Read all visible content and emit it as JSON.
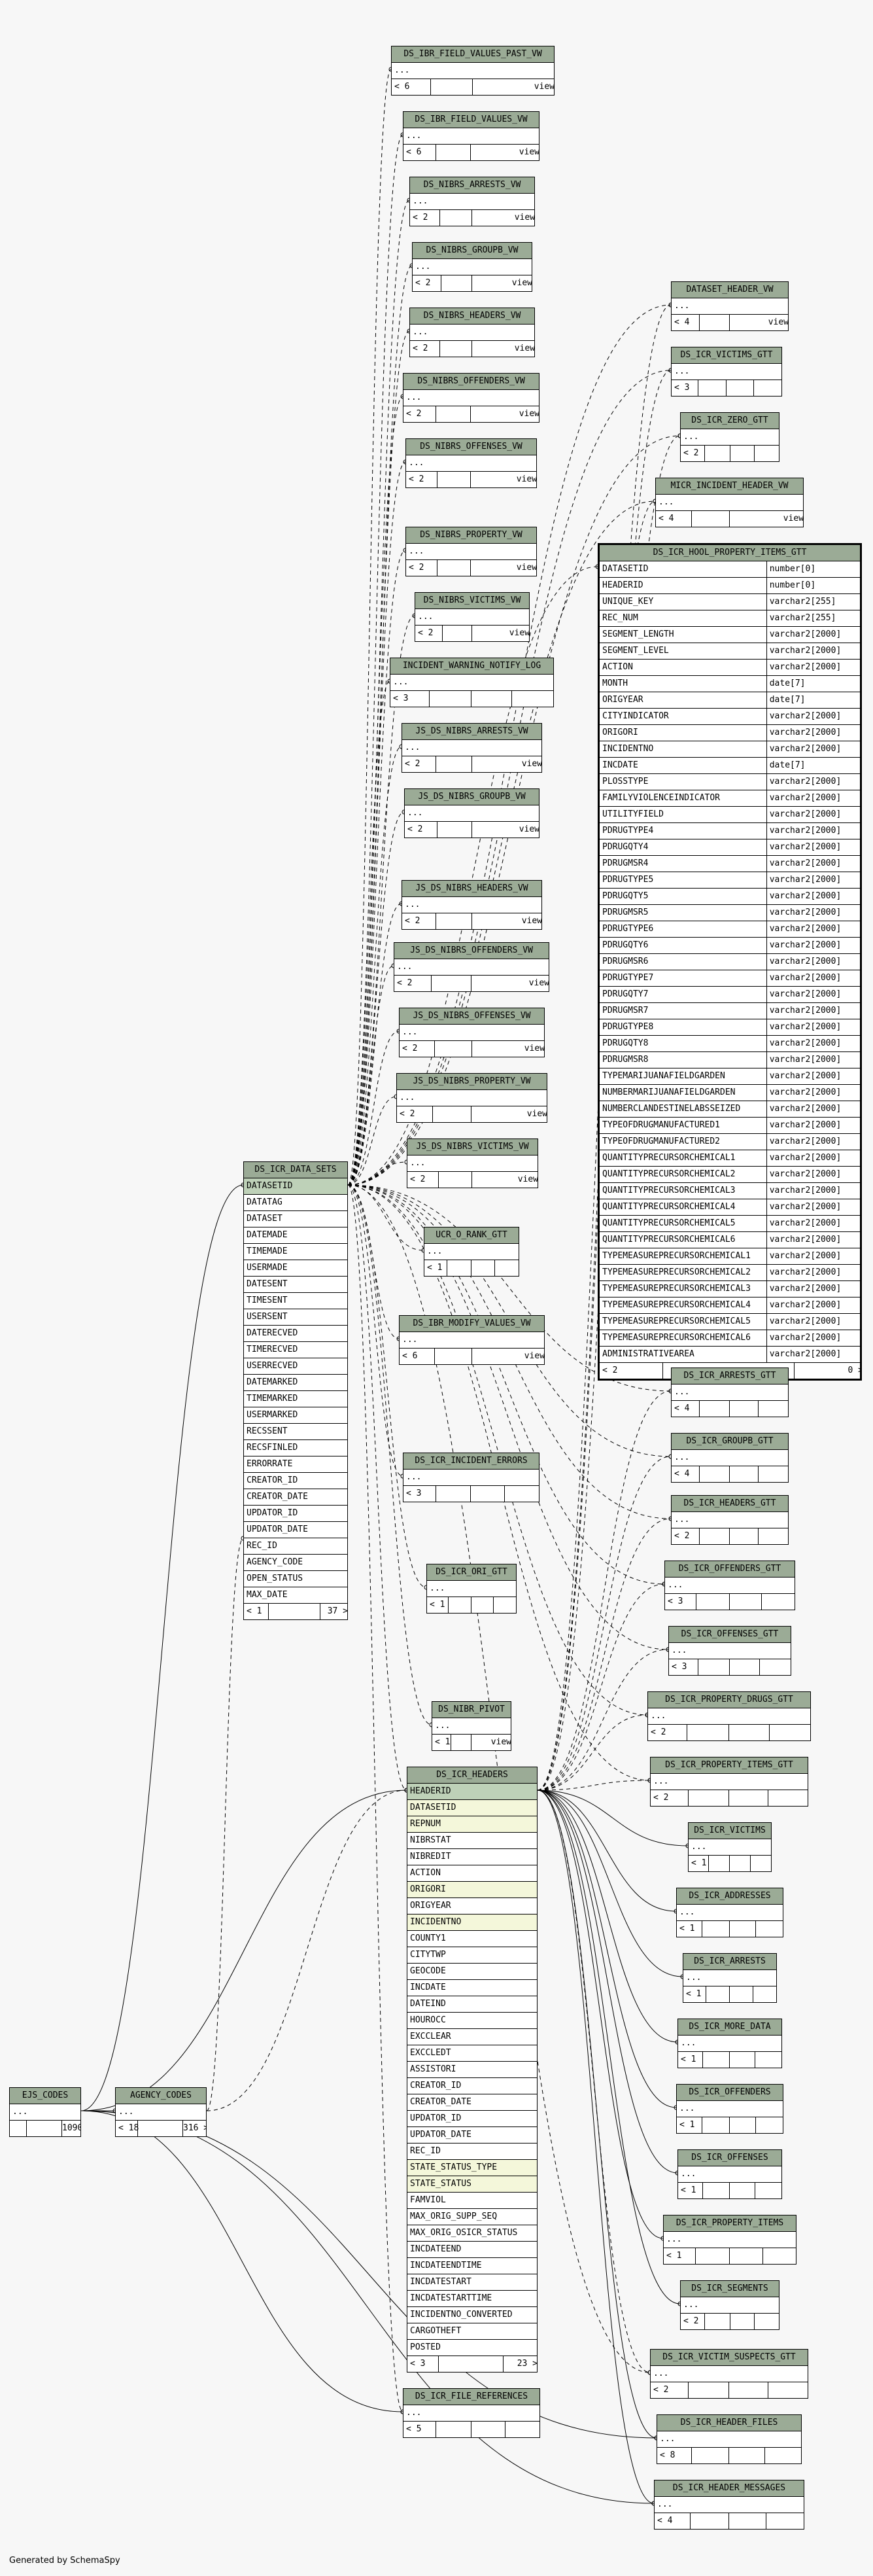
{
  "credit": "Generated by SchemaSpy",
  "tables": [
    {
      "name": "DS_IBR_FIELD_VALUES_PAST_VW",
      "rows": [
        {
          "n": "..."
        }
      ],
      "footer": [
        "< 6",
        "view"
      ]
    },
    {
      "name": "DS_IBR_FIELD_VALUES_VW",
      "rows": [
        {
          "n": "..."
        }
      ],
      "footer": [
        "< 6",
        "view"
      ]
    },
    {
      "name": "DS_NIBRS_ARRESTS_VW",
      "rows": [
        {
          "n": "..."
        }
      ],
      "footer": [
        "< 2",
        "view"
      ]
    },
    {
      "name": "DS_NIBRS_GROUPB_VW",
      "rows": [
        {
          "n": "..."
        }
      ],
      "footer": [
        "< 2",
        "view"
      ]
    },
    {
      "name": "DS_NIBRS_HEADERS_VW",
      "rows": [
        {
          "n": "..."
        }
      ],
      "footer": [
        "< 2",
        "view"
      ]
    },
    {
      "name": "DS_NIBRS_OFFENDERS_VW",
      "rows": [
        {
          "n": "..."
        }
      ],
      "footer": [
        "< 2",
        "view"
      ]
    },
    {
      "name": "DS_NIBRS_OFFENSES_VW",
      "rows": [
        {
          "n": "..."
        }
      ],
      "footer": [
        "< 2",
        "view"
      ]
    },
    {
      "name": "DS_NIBRS_PROPERTY_VW",
      "rows": [
        {
          "n": "..."
        }
      ],
      "footer": [
        "< 2",
        "view"
      ]
    },
    {
      "name": "DS_NIBRS_VICTIMS_VW",
      "rows": [
        {
          "n": "..."
        }
      ],
      "footer": [
        "< 2",
        "view"
      ]
    },
    {
      "name": "INCIDENT_WARNING_NOTIFY_LOG",
      "rows": [
        {
          "n": "..."
        }
      ],
      "footer": [
        "< 3"
      ]
    },
    {
      "name": "JS_DS_NIBRS_ARRESTS_VW",
      "rows": [
        {
          "n": "..."
        }
      ],
      "footer": [
        "< 2",
        "view"
      ]
    },
    {
      "name": "JS_DS_NIBRS_GROUPB_VW",
      "rows": [
        {
          "n": "..."
        }
      ],
      "footer": [
        "< 2",
        "view"
      ]
    },
    {
      "name": "JS_DS_NIBRS_HEADERS_VW",
      "rows": [
        {
          "n": "..."
        }
      ],
      "footer": [
        "< 2",
        "view"
      ]
    },
    {
      "name": "JS_DS_NIBRS_OFFENDERS_VW",
      "rows": [
        {
          "n": "..."
        }
      ],
      "footer": [
        "< 2",
        "view"
      ]
    },
    {
      "name": "JS_DS_NIBRS_OFFENSES_VW",
      "rows": [
        {
          "n": "..."
        }
      ],
      "footer": [
        "< 2",
        "view"
      ]
    },
    {
      "name": "JS_DS_NIBRS_PROPERTY_VW",
      "rows": [
        {
          "n": "..."
        }
      ],
      "footer": [
        "< 2",
        "view"
      ]
    },
    {
      "name": "JS_DS_NIBRS_VICTIMS_VW",
      "rows": [
        {
          "n": "..."
        }
      ],
      "footer": [
        "< 2",
        "view"
      ]
    },
    {
      "name": "UCR_O_RANK_GTT",
      "rows": [
        {
          "n": "..."
        }
      ],
      "footer": [
        "< 1"
      ]
    },
    {
      "name": "DS_IBR_MODIFY_VALUES_VW",
      "rows": [
        {
          "n": "..."
        }
      ],
      "footer": [
        "< 6",
        "view"
      ]
    },
    {
      "name": "DS_ICR_INCIDENT_ERRORS",
      "rows": [
        {
          "n": "..."
        }
      ],
      "footer": [
        "< 3"
      ]
    },
    {
      "name": "DS_ICR_ORI_GTT",
      "rows": [
        {
          "n": "..."
        }
      ],
      "footer": [
        "< 1"
      ]
    },
    {
      "name": "DS_NIBR_PIVOT",
      "rows": [
        {
          "n": "..."
        }
      ],
      "footer": [
        "< 1",
        "view"
      ]
    },
    {
      "name": "DS_ICR_DATA_SETS",
      "rows": [
        {
          "n": "DATASETID",
          "k": "pk"
        },
        {
          "n": "DATATAG"
        },
        {
          "n": "DATASET"
        },
        {
          "n": "DATEMADE"
        },
        {
          "n": "TIMEMADE"
        },
        {
          "n": "USERMADE"
        },
        {
          "n": "DATESENT"
        },
        {
          "n": "TIMESENT"
        },
        {
          "n": "USERSENT"
        },
        {
          "n": "DATERECVED"
        },
        {
          "n": "TIMERECVED"
        },
        {
          "n": "USERRECVED"
        },
        {
          "n": "DATEMARKED"
        },
        {
          "n": "TIMEMARKED"
        },
        {
          "n": "USERMARKED"
        },
        {
          "n": "RECSSENT"
        },
        {
          "n": "RECSFINLED"
        },
        {
          "n": "ERRORRATE"
        },
        {
          "n": "CREATOR_ID"
        },
        {
          "n": "CREATOR_DATE"
        },
        {
          "n": "UPDATOR_ID"
        },
        {
          "n": "UPDATOR_DATE"
        },
        {
          "n": "REC_ID"
        },
        {
          "n": "AGENCY_CODE"
        },
        {
          "n": "OPEN_STATUS"
        },
        {
          "n": "MAX_DATE"
        }
      ],
      "footer": [
        "< 1",
        "37 >"
      ]
    },
    {
      "name": "DS_ICR_HEADERS",
      "rows": [
        {
          "n": "HEADERID",
          "k": "pk"
        },
        {
          "n": "DATASETID",
          "k": "fk"
        },
        {
          "n": "REPNUM",
          "k": "fk"
        },
        {
          "n": "NIBRSTAT"
        },
        {
          "n": "NIBREDIT"
        },
        {
          "n": "ACTION"
        },
        {
          "n": "ORIGORI",
          "k": "fk"
        },
        {
          "n": "ORIGYEAR"
        },
        {
          "n": "INCIDENTNO",
          "k": "fk"
        },
        {
          "n": "COUNTY1"
        },
        {
          "n": "CITYTWP"
        },
        {
          "n": "GEOCODE"
        },
        {
          "n": "INCDATE"
        },
        {
          "n": "DATEIND"
        },
        {
          "n": "HOUROCC"
        },
        {
          "n": "EXCCLEAR"
        },
        {
          "n": "EXCCLEDT"
        },
        {
          "n": "ASSISTORI"
        },
        {
          "n": "CREATOR_ID"
        },
        {
          "n": "CREATOR_DATE"
        },
        {
          "n": "UPDATOR_ID"
        },
        {
          "n": "UPDATOR_DATE"
        },
        {
          "n": "REC_ID"
        },
        {
          "n": "STATE_STATUS_TYPE",
          "k": "fk"
        },
        {
          "n": "STATE_STATUS",
          "k": "fk"
        },
        {
          "n": "FAMVIOL"
        },
        {
          "n": "MAX_ORIG_SUPP_SEQ"
        },
        {
          "n": "MAX_ORIG_OSICR_STATUS"
        },
        {
          "n": "INCDATEEND"
        },
        {
          "n": "INCDATEENDTIME"
        },
        {
          "n": "INCDATESTART"
        },
        {
          "n": "INCDATESTARTTIME"
        },
        {
          "n": "INCIDENTNO_CONVERTED"
        },
        {
          "n": "CARGOTHEFT"
        },
        {
          "n": "POSTED"
        }
      ],
      "footer": [
        "< 3",
        "23 >"
      ]
    },
    {
      "name": "EJS_CODES",
      "rows": [
        {
          "n": "..."
        }
      ],
      "footer": [
        "",
        "1090 >"
      ]
    },
    {
      "name": "AGENCY_CODES",
      "rows": [
        {
          "n": "..."
        }
      ],
      "footer": [
        "< 18",
        "316 >"
      ]
    },
    {
      "name": "DS_ICR_FILE_REFERENCES",
      "rows": [
        {
          "n": "..."
        }
      ],
      "footer": [
        "< 5"
      ]
    },
    {
      "name": "DATASET_HEADER_VW",
      "rows": [
        {
          "n": "..."
        }
      ],
      "footer": [
        "< 4",
        "view"
      ]
    },
    {
      "name": "DS_ICR_VICTIMS_GTT",
      "rows": [
        {
          "n": "..."
        }
      ],
      "footer": [
        "< 3"
      ]
    },
    {
      "name": "DS_ICR_ZERO_GTT",
      "rows": [
        {
          "n": "..."
        }
      ],
      "footer": [
        "< 2"
      ]
    },
    {
      "name": "MICR_INCIDENT_HEADER_VW",
      "rows": [
        {
          "n": "..."
        }
      ],
      "footer": [
        "< 4",
        "view"
      ]
    },
    {
      "name": "DS_ICR_HOOL_PROPERTY_ITEMS_GTT",
      "rows": [
        {
          "n": "DATASETID",
          "t": "number[0]"
        },
        {
          "n": "HEADERID",
          "t": "number[0]"
        },
        {
          "n": "UNIQUE_KEY",
          "t": "varchar2[255]"
        },
        {
          "n": "REC_NUM",
          "t": "varchar2[255]"
        },
        {
          "n": "SEGMENT_LENGTH",
          "t": "varchar2[2000]"
        },
        {
          "n": "SEGMENT_LEVEL",
          "t": "varchar2[2000]"
        },
        {
          "n": "ACTION",
          "t": "varchar2[2000]"
        },
        {
          "n": "MONTH",
          "t": "date[7]"
        },
        {
          "n": "ORIGYEAR",
          "t": "date[7]"
        },
        {
          "n": "CITYINDICATOR",
          "t": "varchar2[2000]"
        },
        {
          "n": "ORIGORI",
          "t": "varchar2[2000]"
        },
        {
          "n": "INCIDENTNO",
          "t": "varchar2[2000]"
        },
        {
          "n": "INCDATE",
          "t": "date[7]"
        },
        {
          "n": "PLOSSTYPE",
          "t": "varchar2[2000]"
        },
        {
          "n": "FAMILYVIOLENCEINDICATOR",
          "t": "varchar2[2000]"
        },
        {
          "n": "UTILITYFIELD",
          "t": "varchar2[2000]"
        },
        {
          "n": "PDRUGTYPE4",
          "t": "varchar2[2000]"
        },
        {
          "n": "PDRUGQTY4",
          "t": "varchar2[2000]"
        },
        {
          "n": "PDRUGMSR4",
          "t": "varchar2[2000]"
        },
        {
          "n": "PDRUGTYPE5",
          "t": "varchar2[2000]"
        },
        {
          "n": "PDRUGQTY5",
          "t": "varchar2[2000]"
        },
        {
          "n": "PDRUGMSR5",
          "t": "varchar2[2000]"
        },
        {
          "n": "PDRUGTYPE6",
          "t": "varchar2[2000]"
        },
        {
          "n": "PDRUGQTY6",
          "t": "varchar2[2000]"
        },
        {
          "n": "PDRUGMSR6",
          "t": "varchar2[2000]"
        },
        {
          "n": "PDRUGTYPE7",
          "t": "varchar2[2000]"
        },
        {
          "n": "PDRUGQTY7",
          "t": "varchar2[2000]"
        },
        {
          "n": "PDRUGMSR7",
          "t": "varchar2[2000]"
        },
        {
          "n": "PDRUGTYPE8",
          "t": "varchar2[2000]"
        },
        {
          "n": "PDRUGQTY8",
          "t": "varchar2[2000]"
        },
        {
          "n": "PDRUGMSR8",
          "t": "varchar2[2000]"
        },
        {
          "n": "TYPEMARIJUANAFIELDGARDEN",
          "t": "varchar2[2000]"
        },
        {
          "n": "NUMBERMARIJUANAFIELDGARDEN",
          "t": "varchar2[2000]"
        },
        {
          "n": "NUMBERCLANDESTINELABSSEIZED",
          "t": "varchar2[2000]"
        },
        {
          "n": "TYPEOFDRUGMANUFACTURED1",
          "t": "varchar2[2000]"
        },
        {
          "n": "TYPEOFDRUGMANUFACTURED2",
          "t": "varchar2[2000]"
        },
        {
          "n": "QUANTITYPRECURSORCHEMICAL1",
          "t": "varchar2[2000]"
        },
        {
          "n": "QUANTITYPRECURSORCHEMICAL2",
          "t": "varchar2[2000]"
        },
        {
          "n": "QUANTITYPRECURSORCHEMICAL3",
          "t": "varchar2[2000]"
        },
        {
          "n": "QUANTITYPRECURSORCHEMICAL4",
          "t": "varchar2[2000]"
        },
        {
          "n": "QUANTITYPRECURSORCHEMICAL5",
          "t": "varchar2[2000]"
        },
        {
          "n": "QUANTITYPRECURSORCHEMICAL6",
          "t": "varchar2[2000]"
        },
        {
          "n": "TYPEMEASUREPRECURSORCHEMICAL1",
          "t": "varchar2[2000]"
        },
        {
          "n": "TYPEMEASUREPRECURSORCHEMICAL2",
          "t": "varchar2[2000]"
        },
        {
          "n": "TYPEMEASUREPRECURSORCHEMICAL3",
          "t": "varchar2[2000]"
        },
        {
          "n": "TYPEMEASUREPRECURSORCHEMICAL4",
          "t": "varchar2[2000]"
        },
        {
          "n": "TYPEMEASUREPRECURSORCHEMICAL5",
          "t": "varchar2[2000]"
        },
        {
          "n": "TYPEMEASUREPRECURSORCHEMICAL6",
          "t": "varchar2[2000]"
        },
        {
          "n": "ADMINISTRATIVEAREA",
          "t": "varchar2[2000]"
        }
      ],
      "footer": [
        "< 2",
        "0 >"
      ]
    },
    {
      "name": "DS_ICR_ARRESTS_GTT",
      "rows": [
        {
          "n": "..."
        }
      ],
      "footer": [
        "< 4"
      ]
    },
    {
      "name": "DS_ICR_GROUPB_GTT",
      "rows": [
        {
          "n": "..."
        }
      ],
      "footer": [
        "< 4"
      ]
    },
    {
      "name": "DS_ICR_HEADERS_GTT",
      "rows": [
        {
          "n": "..."
        }
      ],
      "footer": [
        "< 2"
      ]
    },
    {
      "name": "DS_ICR_OFFENDERS_GTT",
      "rows": [
        {
          "n": "..."
        }
      ],
      "footer": [
        "< 3"
      ]
    },
    {
      "name": "DS_ICR_OFFENSES_GTT",
      "rows": [
        {
          "n": "..."
        }
      ],
      "footer": [
        "< 3"
      ]
    },
    {
      "name": "DS_ICR_PROPERTY_DRUGS_GTT",
      "rows": [
        {
          "n": "..."
        }
      ],
      "footer": [
        "< 2"
      ]
    },
    {
      "name": "DS_ICR_PROPERTY_ITEMS_GTT",
      "rows": [
        {
          "n": "..."
        }
      ],
      "footer": [
        "< 2"
      ]
    },
    {
      "name": "DS_ICR_VICTIMS",
      "rows": [
        {
          "n": "..."
        }
      ],
      "footer": [
        "< 1"
      ]
    },
    {
      "name": "DS_ICR_ADDRESSES",
      "rows": [
        {
          "n": "..."
        }
      ],
      "footer": [
        "< 1"
      ]
    },
    {
      "name": "DS_ICR_ARRESTS",
      "rows": [
        {
          "n": "..."
        }
      ],
      "footer": [
        "< 1"
      ]
    },
    {
      "name": "DS_ICR_MORE_DATA",
      "rows": [
        {
          "n": "..."
        }
      ],
      "footer": [
        "< 1"
      ]
    },
    {
      "name": "DS_ICR_OFFENDERS",
      "rows": [
        {
          "n": "..."
        }
      ],
      "footer": [
        "< 1"
      ]
    },
    {
      "name": "DS_ICR_OFFENSES",
      "rows": [
        {
          "n": "..."
        }
      ],
      "footer": [
        "< 1"
      ]
    },
    {
      "name": "DS_ICR_PROPERTY_ITEMS",
      "rows": [
        {
          "n": "..."
        }
      ],
      "footer": [
        "< 1"
      ]
    },
    {
      "name": "DS_ICR_SEGMENTS",
      "rows": [
        {
          "n": "..."
        }
      ],
      "footer": [
        "< 2"
      ]
    },
    {
      "name": "DS_ICR_VICTIM_SUSPECTS_GTT",
      "rows": [
        {
          "n": "..."
        }
      ],
      "footer": [
        "< 2"
      ]
    },
    {
      "name": "DS_ICR_HEADER_FILES",
      "rows": [
        {
          "n": "..."
        }
      ],
      "footer": [
        "< 8"
      ]
    },
    {
      "name": "DS_ICR_HEADER_MESSAGES",
      "rows": [
        {
          "n": "..."
        }
      ],
      "footer": [
        "< 4"
      ]
    }
  ]
}
